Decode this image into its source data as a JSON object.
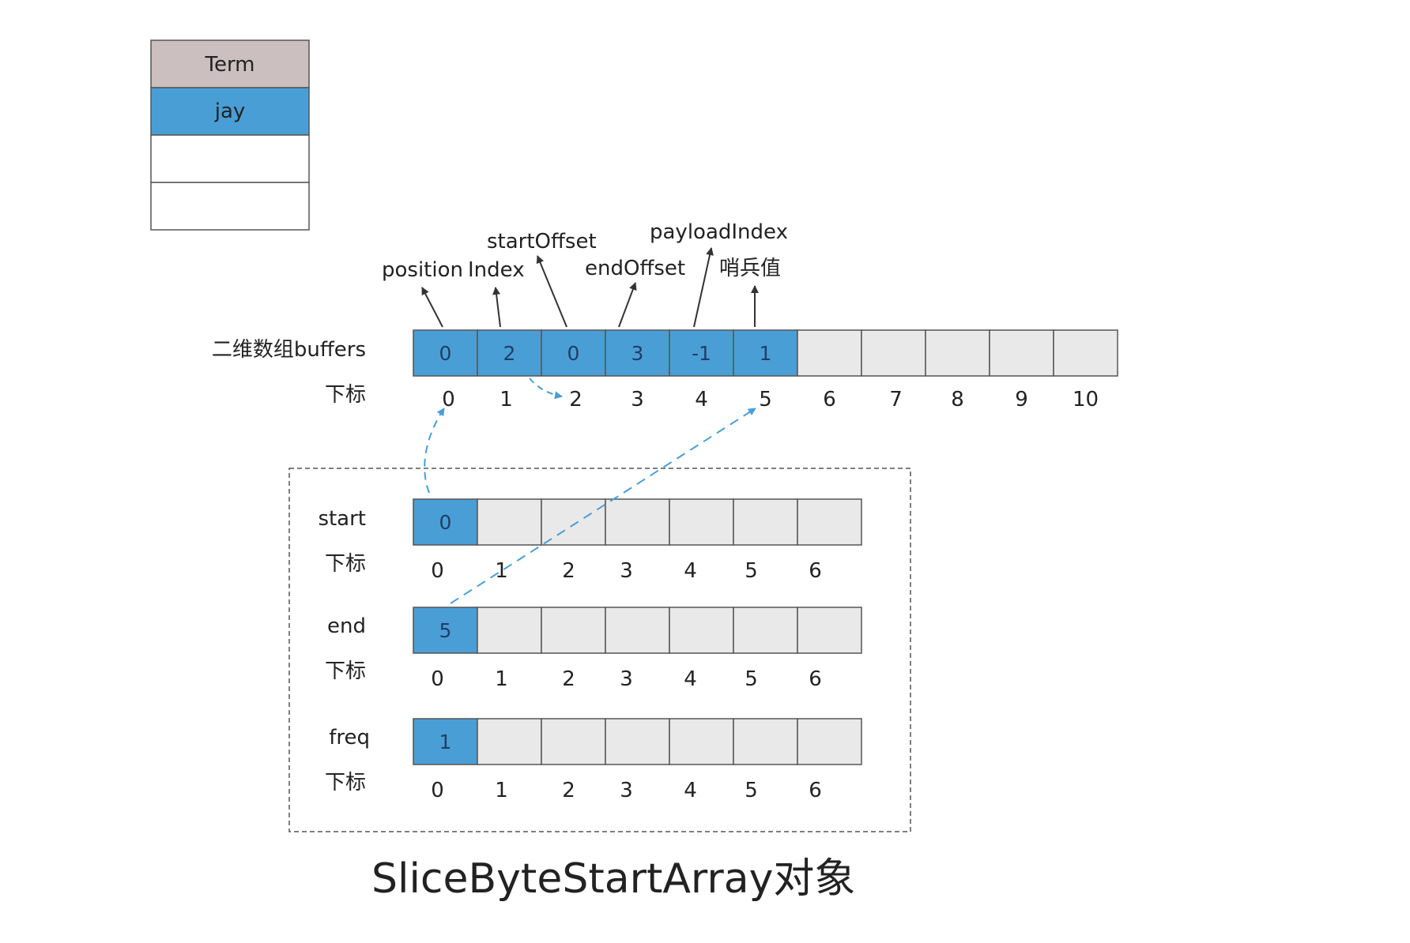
{
  "colors": {
    "filled": "#4a9ed6",
    "empty": "#e9e9e9",
    "header": "#cbbfbf",
    "border": "#555555",
    "arrow_dashed": "#4a9ed6",
    "arrow_solid": "#333333"
  },
  "term_table": {
    "header": "Term",
    "rows": [
      "jay",
      "",
      ""
    ]
  },
  "buffers": {
    "label": "二维数组buffers",
    "index_label": "下标",
    "values": [
      "0",
      "2",
      "0",
      "3",
      "-1",
      "1",
      "",
      "",
      "",
      "",
      ""
    ],
    "indices": [
      "0",
      "1",
      "2",
      "3",
      "4",
      "5",
      "6",
      "7",
      "8",
      "9",
      "10"
    ],
    "annotations": [
      "position",
      "Index",
      "startOffset",
      "endOffset",
      "payloadIndex",
      "哨兵值"
    ]
  },
  "start_array": {
    "label": "start",
    "index_label": "下标",
    "values": [
      "0",
      "",
      "",
      "",
      "",
      "",
      ""
    ],
    "indices": [
      "0",
      "1",
      "2",
      "3",
      "4",
      "5",
      "6"
    ]
  },
  "end_array": {
    "label": "end",
    "index_label": "下标",
    "values": [
      "5",
      "",
      "",
      "",
      "",
      "",
      ""
    ],
    "indices": [
      "0",
      "1",
      "2",
      "3",
      "4",
      "5",
      "6"
    ]
  },
  "freq_array": {
    "label": "freq",
    "index_label": "下标",
    "values": [
      "1",
      "",
      "",
      "",
      "",
      "",
      ""
    ],
    "indices": [
      "0",
      "1",
      "2",
      "3",
      "4",
      "5",
      "6"
    ]
  },
  "caption": "SliceByteStartArray对象"
}
